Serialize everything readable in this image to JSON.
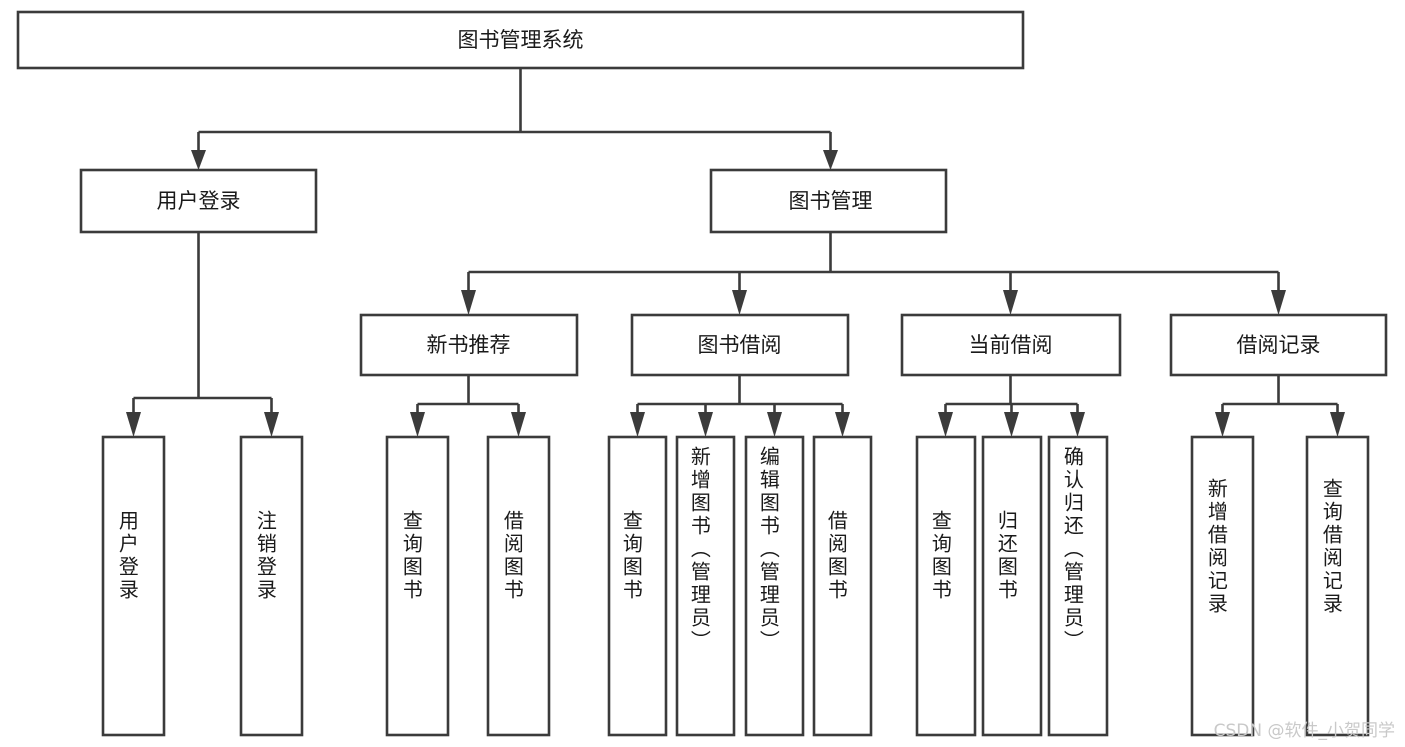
{
  "diagram": {
    "type": "tree",
    "title": "图书管理系统",
    "colors": {
      "stroke": "#3b3b3b",
      "fill": "#ffffff",
      "text": "#1a1a1a",
      "watermark": "#c9c9c9",
      "background": "#ffffff"
    },
    "root": {
      "label": "图书管理系统"
    },
    "level2": [
      {
        "label": "用户登录"
      },
      {
        "label": "图书管理"
      }
    ],
    "level3": [
      {
        "label": "新书推荐"
      },
      {
        "label": "图书借阅"
      },
      {
        "label": "当前借阅"
      },
      {
        "label": "借阅记录"
      }
    ],
    "leaves": {
      "user_login": [
        {
          "label": "用户登录"
        },
        {
          "label": "注销登录"
        }
      ],
      "new_book_recommend": [
        {
          "label": "查询图书"
        },
        {
          "label": "借阅图书"
        }
      ],
      "book_borrow": [
        {
          "label": "查询图书"
        },
        {
          "label": "新增图书（管理员）"
        },
        {
          "label": "编辑图书（管理员）"
        },
        {
          "label": "借阅图书"
        }
      ],
      "current_borrow": [
        {
          "label": "查询图书"
        },
        {
          "label": "归还图书"
        },
        {
          "label": "确认归还（管理员）"
        }
      ],
      "borrow_record": [
        {
          "label": "新增借阅记录"
        },
        {
          "label": "查询借阅记录"
        }
      ]
    },
    "watermark": "CSDN @软件_小贺同学"
  }
}
